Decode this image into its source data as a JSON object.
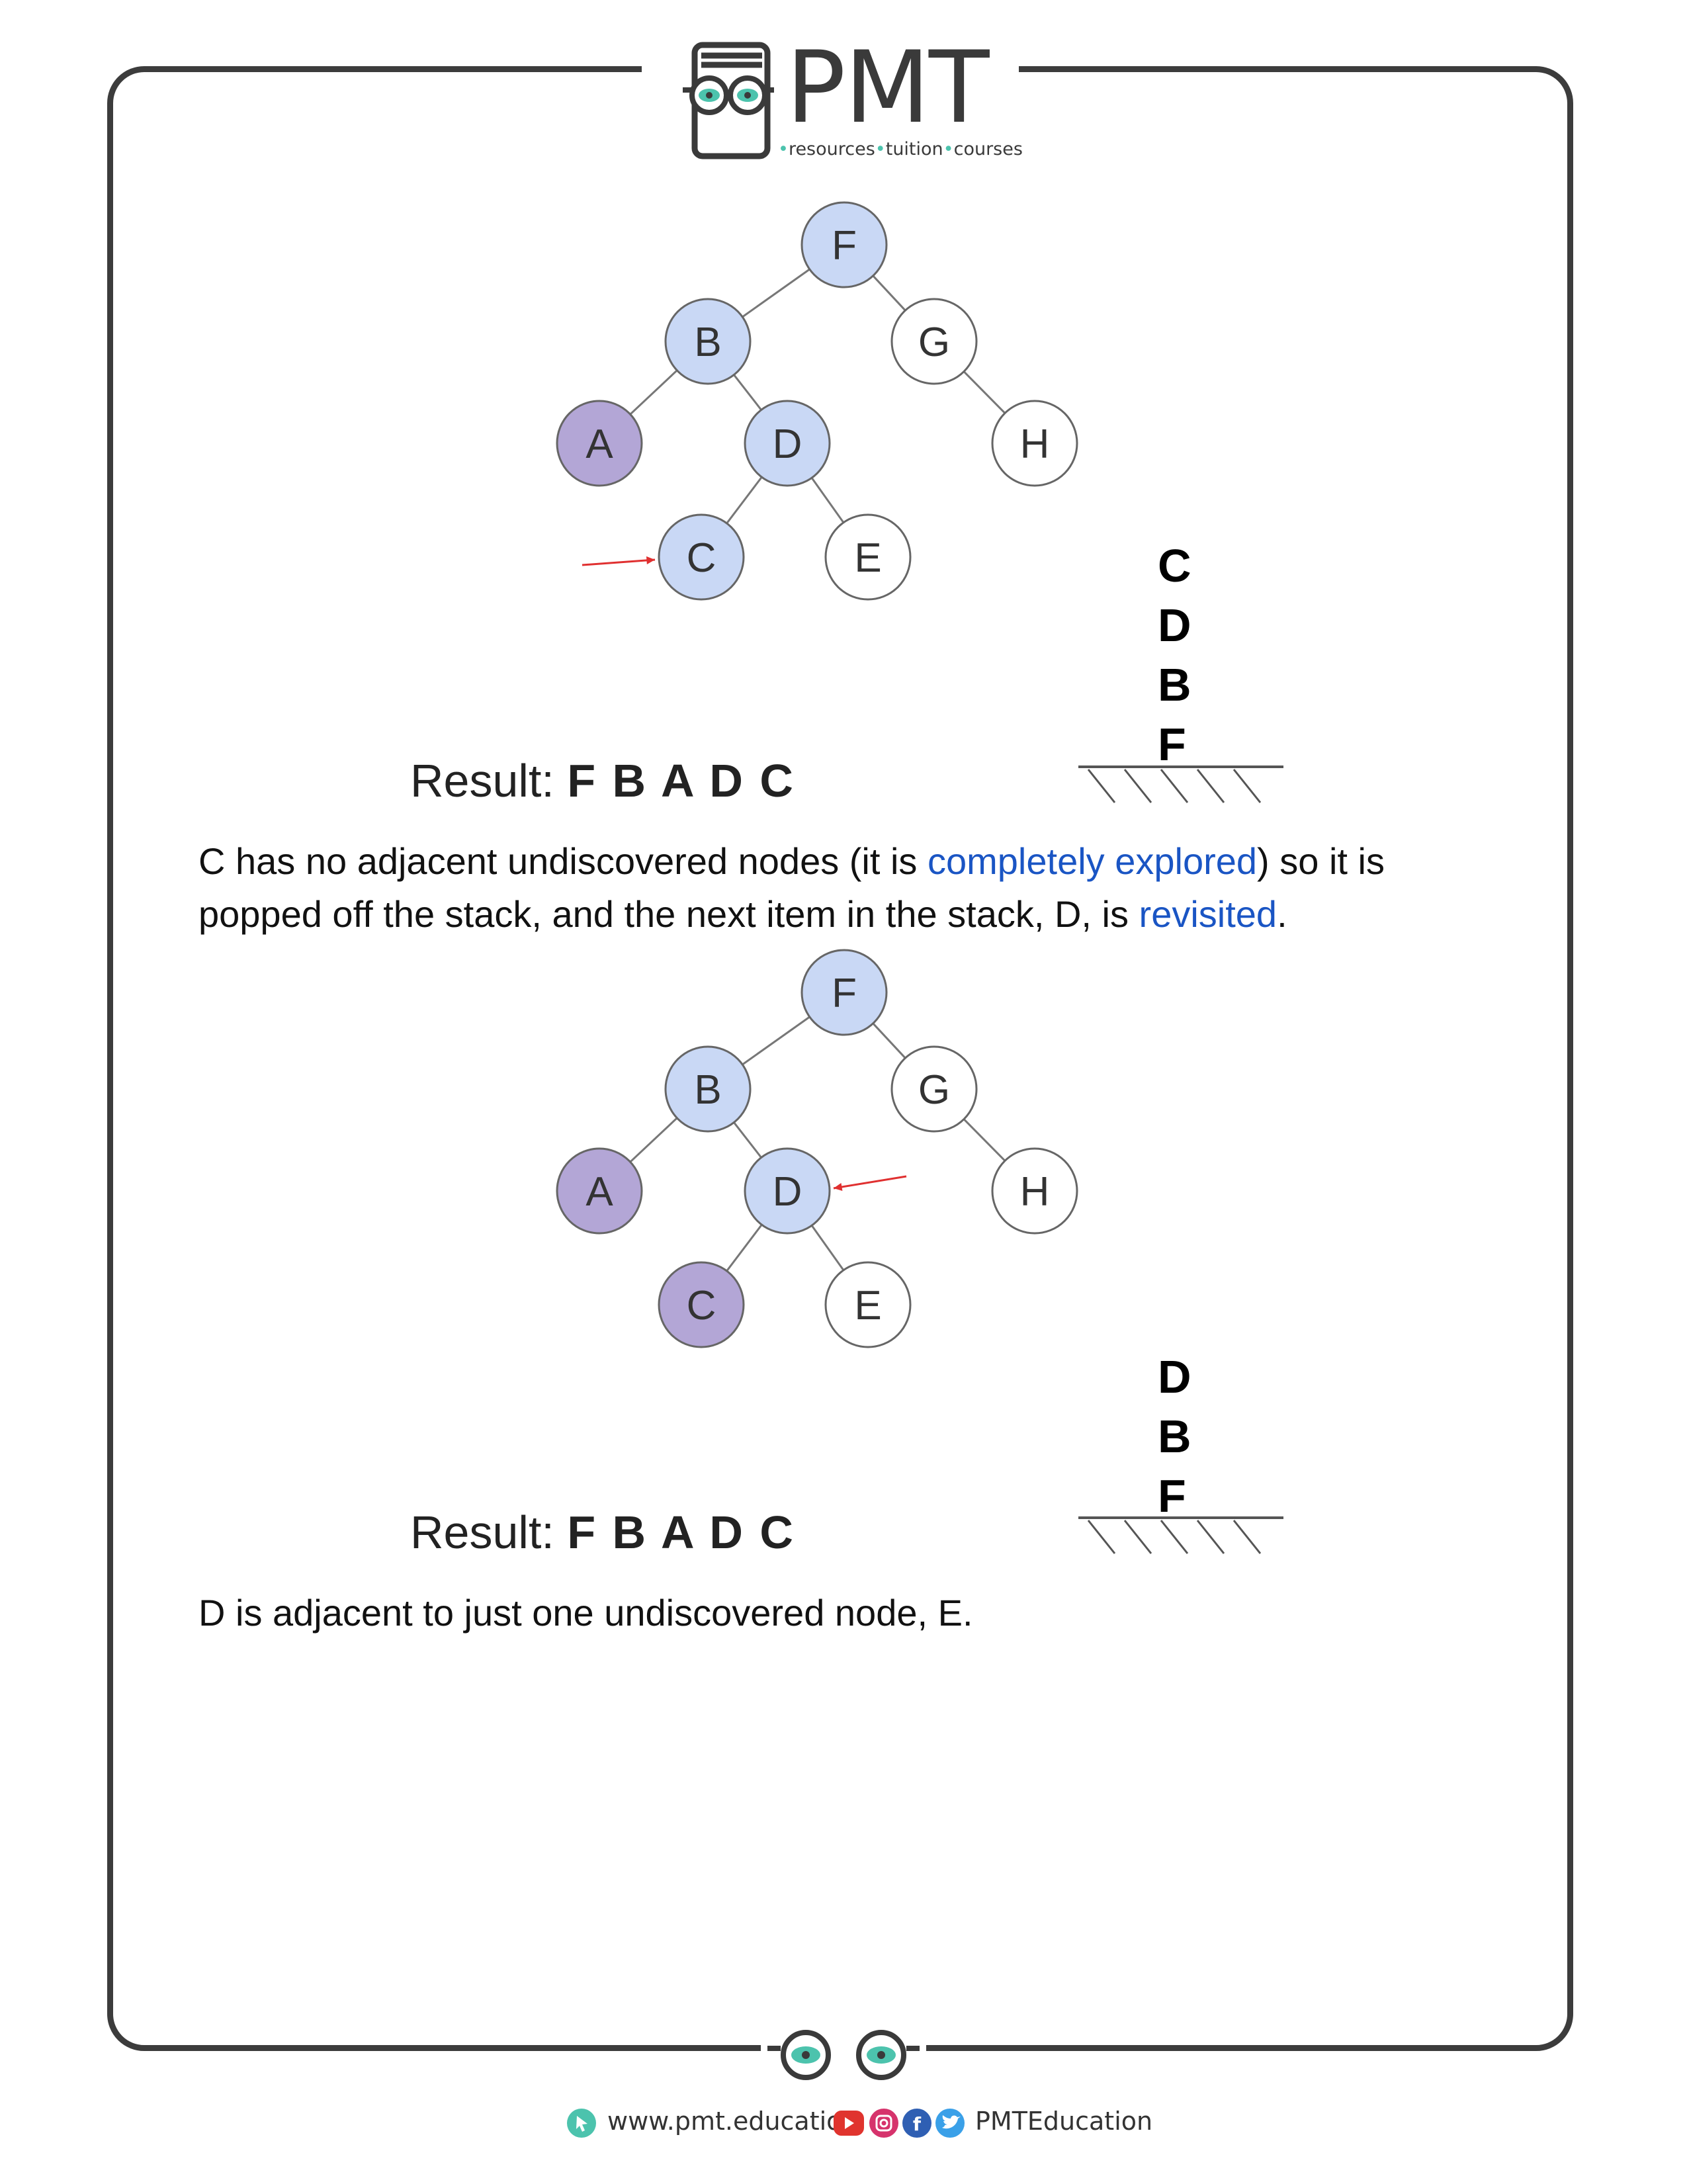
{
  "logo": {
    "brand": "PMT",
    "tagline_parts": [
      "resources",
      "tuition",
      "courses"
    ]
  },
  "diagrams": [
    {
      "nodes": [
        {
          "label": "F",
          "state": "discovered"
        },
        {
          "label": "B",
          "state": "discovered"
        },
        {
          "label": "G",
          "state": "undiscovered"
        },
        {
          "label": "A",
          "state": "explored"
        },
        {
          "label": "D",
          "state": "discovered"
        },
        {
          "label": "H",
          "state": "undiscovered"
        },
        {
          "label": "C",
          "state": "discovered"
        },
        {
          "label": "E",
          "state": "undiscovered"
        }
      ],
      "edges": [
        [
          "F",
          "B"
        ],
        [
          "F",
          "G"
        ],
        [
          "B",
          "A"
        ],
        [
          "B",
          "D"
        ],
        [
          "G",
          "H"
        ],
        [
          "D",
          "C"
        ],
        [
          "D",
          "E"
        ]
      ],
      "pointer_at": "C",
      "result_label": "Result:",
      "result_sequence": "F B A D C",
      "stack": [
        "C",
        "D",
        "B",
        "F"
      ]
    },
    {
      "nodes": [
        {
          "label": "F",
          "state": "discovered"
        },
        {
          "label": "B",
          "state": "discovered"
        },
        {
          "label": "G",
          "state": "undiscovered"
        },
        {
          "label": "A",
          "state": "explored"
        },
        {
          "label": "D",
          "state": "discovered"
        },
        {
          "label": "H",
          "state": "undiscovered"
        },
        {
          "label": "C",
          "state": "explored"
        },
        {
          "label": "E",
          "state": "undiscovered"
        }
      ],
      "edges": [
        [
          "F",
          "B"
        ],
        [
          "F",
          "G"
        ],
        [
          "B",
          "A"
        ],
        [
          "B",
          "D"
        ],
        [
          "G",
          "H"
        ],
        [
          "D",
          "C"
        ],
        [
          "D",
          "E"
        ]
      ],
      "pointer_at": "D",
      "result_label": "Result:",
      "result_sequence": "F B A D C",
      "stack": [
        "D",
        "B",
        "F"
      ]
    }
  ],
  "paragraph1": {
    "before": "C has no adjacent undiscovered nodes (it is ",
    "highlight1": "completely explored",
    "middle": ") so it is popped off the stack, and the next item in the stack, D, is ",
    "highlight2": "revisited",
    "after": "."
  },
  "paragraph2": "D is adjacent to just one undiscovered node, E.",
  "footer": {
    "url": "www.pmt.education",
    "handle": "PMTEducation"
  },
  "colors": {
    "discovered": "#c9d8f5",
    "explored": "#b3a6d6",
    "undiscovered": "#ffffff",
    "highlight": "#1a55c4",
    "frame": "#3c3c3c",
    "brand_teal": "#4cc3ad",
    "pointer": "#e03030"
  }
}
